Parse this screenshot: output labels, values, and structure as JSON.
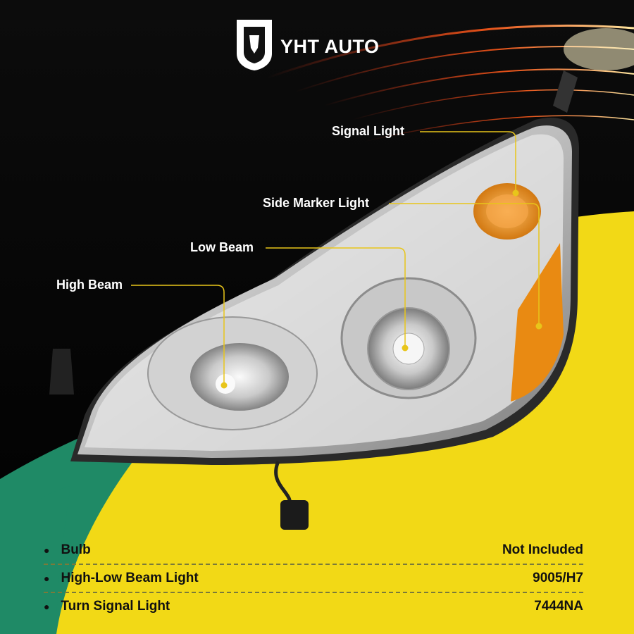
{
  "brand": {
    "name": "YHT AUTO",
    "logo_icon": "lion-head-icon"
  },
  "callouts": {
    "signal_light": "Signal Light",
    "side_marker_light": "Side Marker Light",
    "low_beam": "Low Beam",
    "high_beam": "High Beam"
  },
  "specs": [
    {
      "label": "Bulb",
      "value": "Not Included"
    },
    {
      "label": "High-Low Beam Light",
      "value": "9005/H7"
    },
    {
      "label": "Turn Signal Light",
      "value": "7444NA"
    }
  ],
  "colors": {
    "yellow": "#f2d916",
    "green": "#1f8a66",
    "callout_line": "#e8c51a",
    "amber": "#e98a12"
  }
}
